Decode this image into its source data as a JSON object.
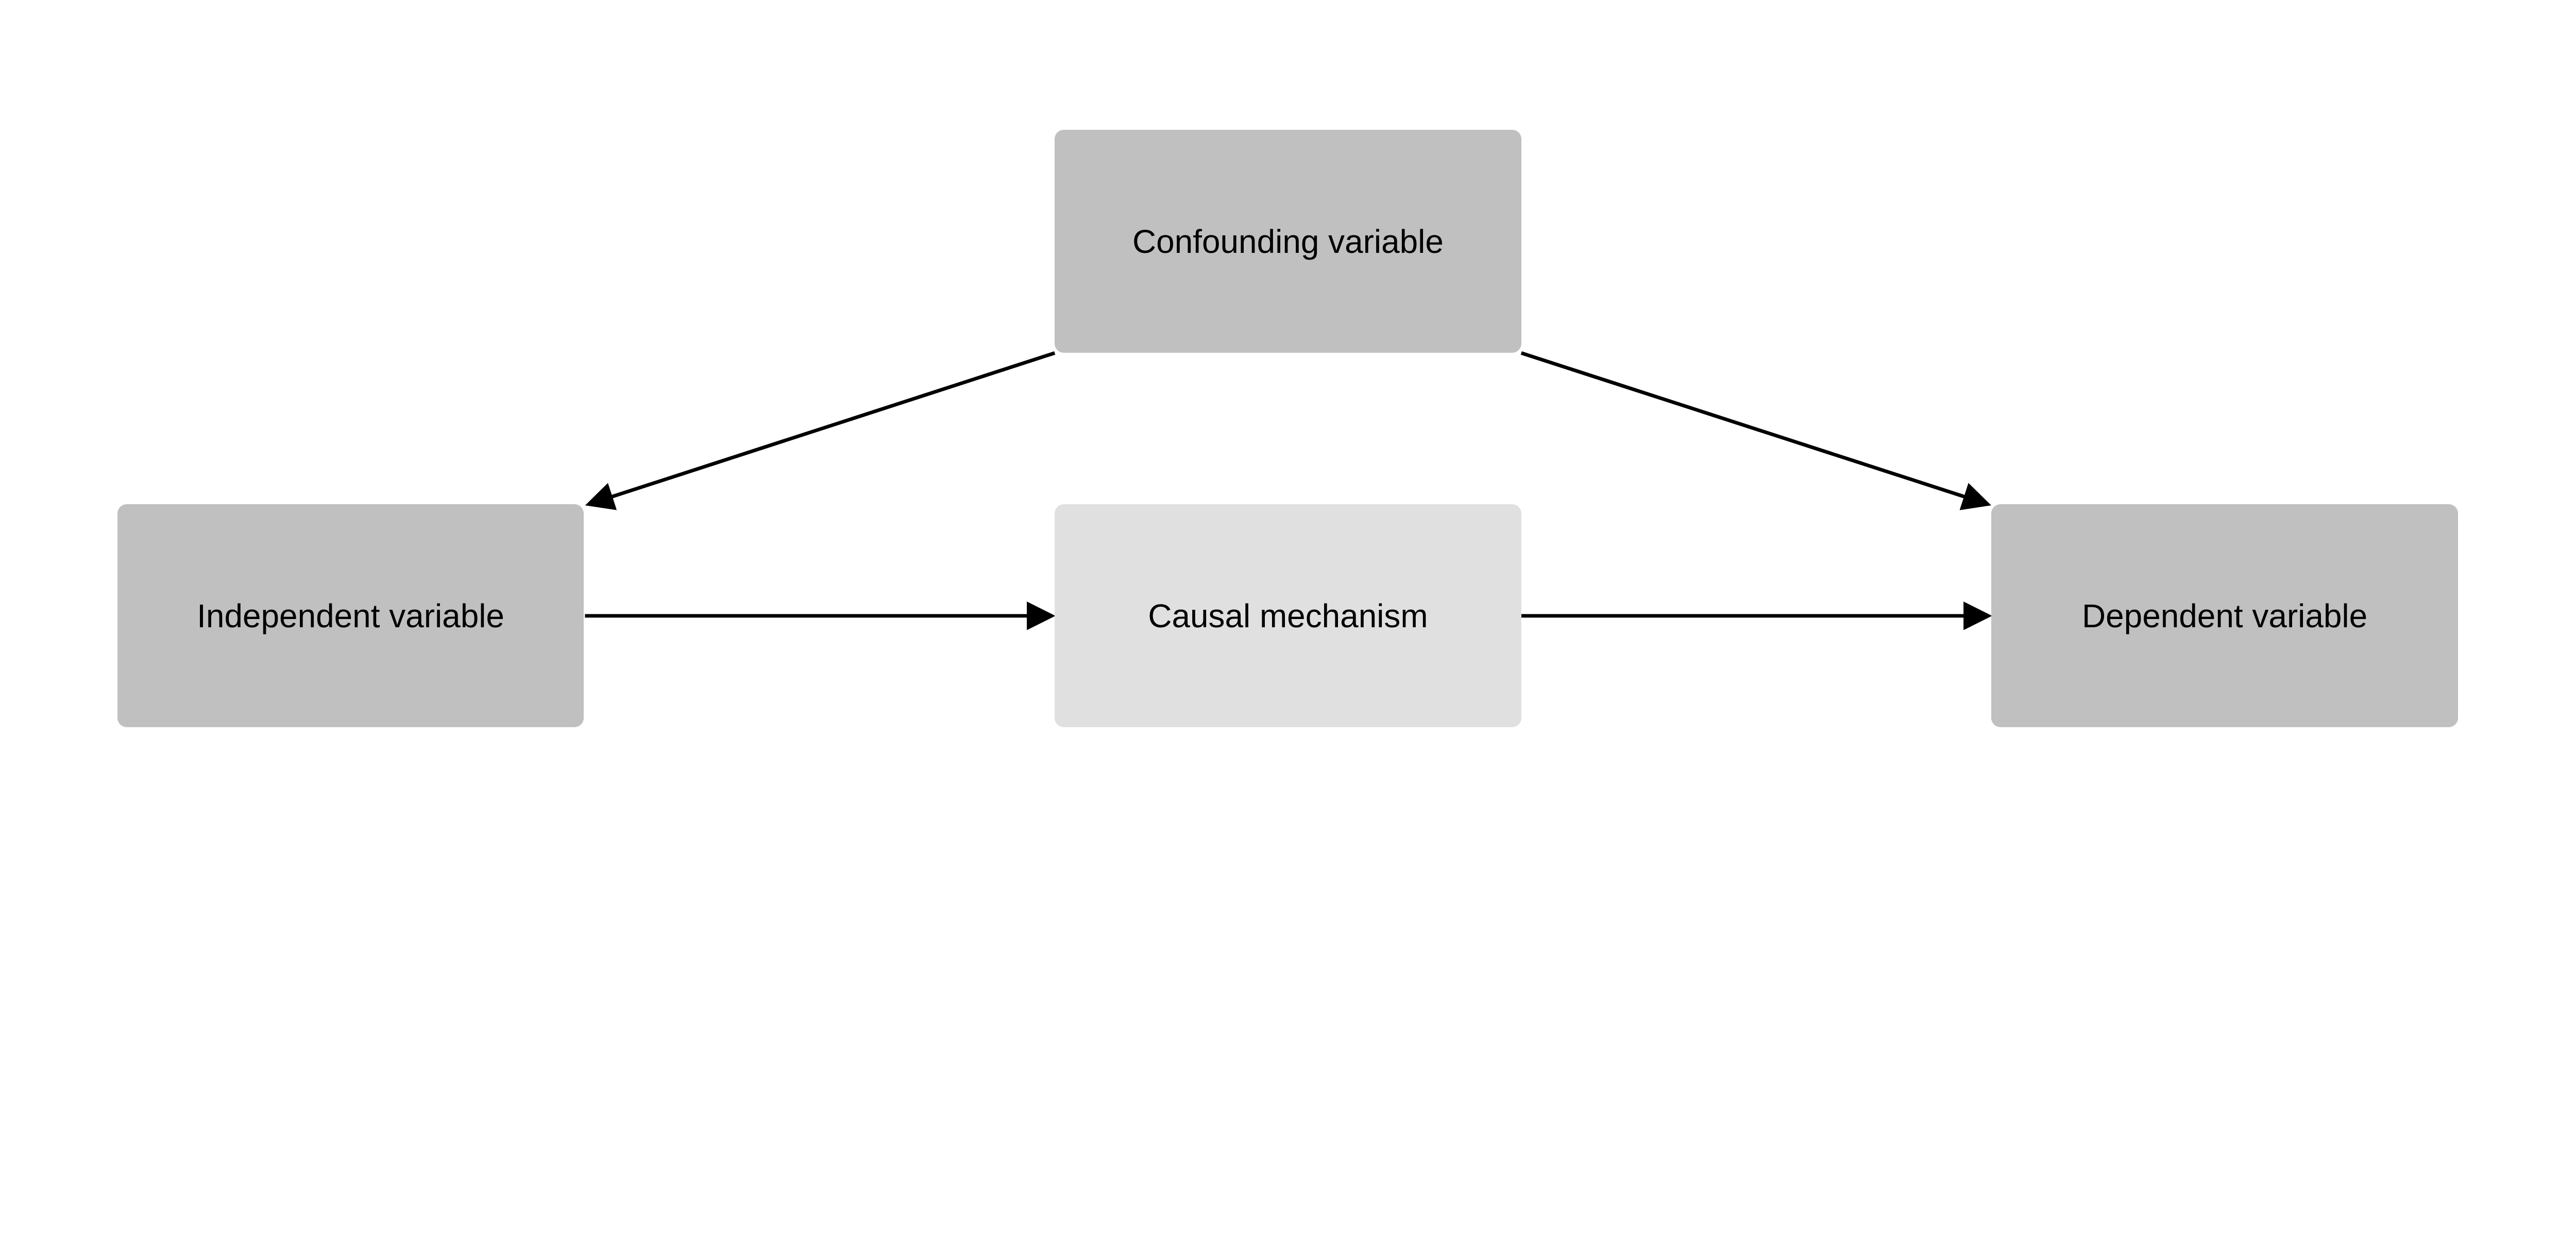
{
  "nodes": {
    "confounding": {
      "label": "Confounding variable",
      "fill": "#c0c0c0"
    },
    "independent": {
      "label": "Independent variable",
      "fill": "#c0c0c0"
    },
    "mechanism": {
      "label": "Causal mechanism",
      "fill": "#e0e0e0"
    },
    "dependent": {
      "label": "Dependent variable",
      "fill": "#c0c0c0"
    }
  },
  "edges": [
    {
      "from": "confounding",
      "to": "independent"
    },
    {
      "from": "confounding",
      "to": "dependent"
    },
    {
      "from": "independent",
      "to": "mechanism"
    },
    {
      "from": "mechanism",
      "to": "dependent"
    }
  ],
  "edge_color": "#000000"
}
